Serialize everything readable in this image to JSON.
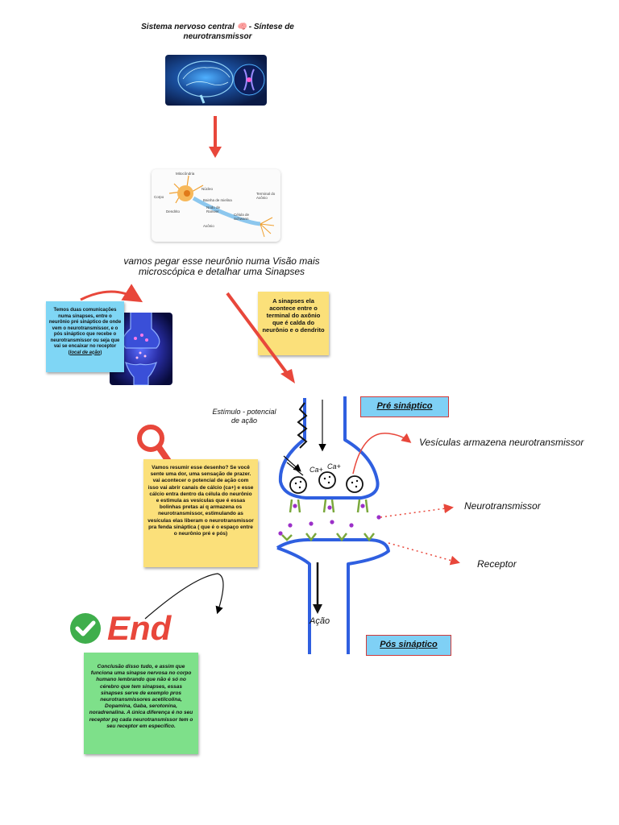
{
  "title": "Sistema nervoso central 🧠 - Síntese de neurotransmissor",
  "caption": "vamos pegar esse neurônio numa Visão mais microscópica e detalhar uma Sinapses",
  "neuron_labels": {
    "mitocondria": "Mitocôndria",
    "nucleo": "Núcleo",
    "corpo": "Corpo",
    "bainha": "Bainha de mielina",
    "terminal": "Terminal do Axônio",
    "nodo": "Nodo de Ranvier",
    "dendrito": "Dendrito",
    "celula": "Célula de Schwann",
    "axonio": "Axônio"
  },
  "note_blue": {
    "text": "Temos duas comunicações numa sinapses, entre o neurônio pré sináptico de onde vem o neurotransmissor, e o pós sináptico que recebe o neurotransmissor ou seja que vai se encaixar no receptor (",
    "emph": "local de ação",
    "close": ")"
  },
  "note_yellow_top": "A sinapses ela acontece entre o terminal do axônio que é calda do neurônio e o dendrito",
  "stimulus_label": "Estímulo - potencial de ação",
  "pre_synaptic_label": "Pré sináptico",
  "post_synaptic_label": "Pós sináptico",
  "vesicles_label": "Vesículas armazena neurotransmissor",
  "neurotransmitter_label": "Neurotransmissor",
  "receptor_label": "Receptor",
  "action_label": "Ação",
  "ca_label_1": "Ca+",
  "ca_label_2": "Ca+",
  "note_yellow_summary": "Vamos resumir esse desenho? Se você sente uma dor, uma sensação de prazer. vai acontecer o potencial de ação com isso vai abrir canais de cálcio (ca+) e esse cálcio entra dentro da célula do neurônio e estimula as vesículas que é essas bolinhas pretas aí q armazena os neurotransmissor, estimulando as vesículas elas liberam o neurotransmissor pra fenda sináptica ( que é o espaço entre o neurônio pré e pós)",
  "end_text": "End",
  "note_green": "Conclusão disso tudo, e assim que funciona uma sinapse nervosa no corpo humano lembrando que não é só no cérebro que tem sinapses, essas sinapses serve de exemplo pros neurotransmissores acetilcolina, Dopamina, Gaba, serotonina, noradrenalina. A única diferença é no seu receptor pq cada neurotransmissor tem o seu receptor em específico.",
  "icons": [
    "brain-emoji-icon",
    "magnifier-icon",
    "check-circle-icon"
  ],
  "colors": {
    "arrow_red": "#e8473b",
    "membrane_blue": "#2f5fe0",
    "note_blue": "#7fd6f5",
    "note_yellow": "#fbe07a",
    "note_green": "#7ee08a",
    "check_green": "#3fae4c",
    "particle_purple": "#9b30c8",
    "receptor_green": "#7aa83c"
  }
}
